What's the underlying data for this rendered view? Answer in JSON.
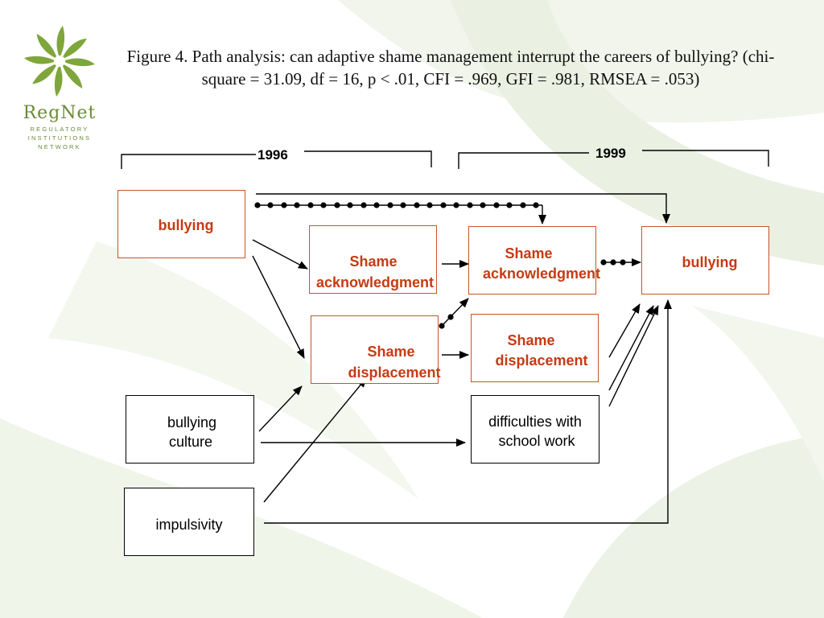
{
  "logo": {
    "name": "RegNet",
    "subtitle_lines": [
      "REGULATORY",
      "INSTITUTIONS",
      "NETWORK"
    ]
  },
  "title": "Figure 4. Path analysis: can adaptive shame management interrupt the careers of bullying? (chi-square = 31.09, df = 16, p < .01, CFI = .969, GFI = .981, RMSEA = .053)",
  "timeline": {
    "year_1996": "1996",
    "year_1999": "1999"
  },
  "nodes": {
    "bullying_1996": "bullying",
    "shame_ack_1996": {
      "line1": "Shame",
      "line2": "acknowledgment"
    },
    "shame_disp_1996": {
      "line1": "Shame",
      "line2": "displacement"
    },
    "shame_ack_1999": {
      "line1": "Shame",
      "line2": "acknowledgment"
    },
    "shame_disp_1999": {
      "line1": "Shame",
      "line2": "displacement"
    },
    "bullying_1999": "bullying",
    "bullying_culture": {
      "line1": "bullying",
      "line2": "culture"
    },
    "impulsivity": "impulsivity",
    "school_work": {
      "line1": "difficulties with",
      "line2": "school work"
    }
  },
  "colors": {
    "construct_border": "#c8542a",
    "construct_text": "#c63a14",
    "logo_green": "#6a8b34",
    "background_leaf": "#eef3e7"
  }
}
